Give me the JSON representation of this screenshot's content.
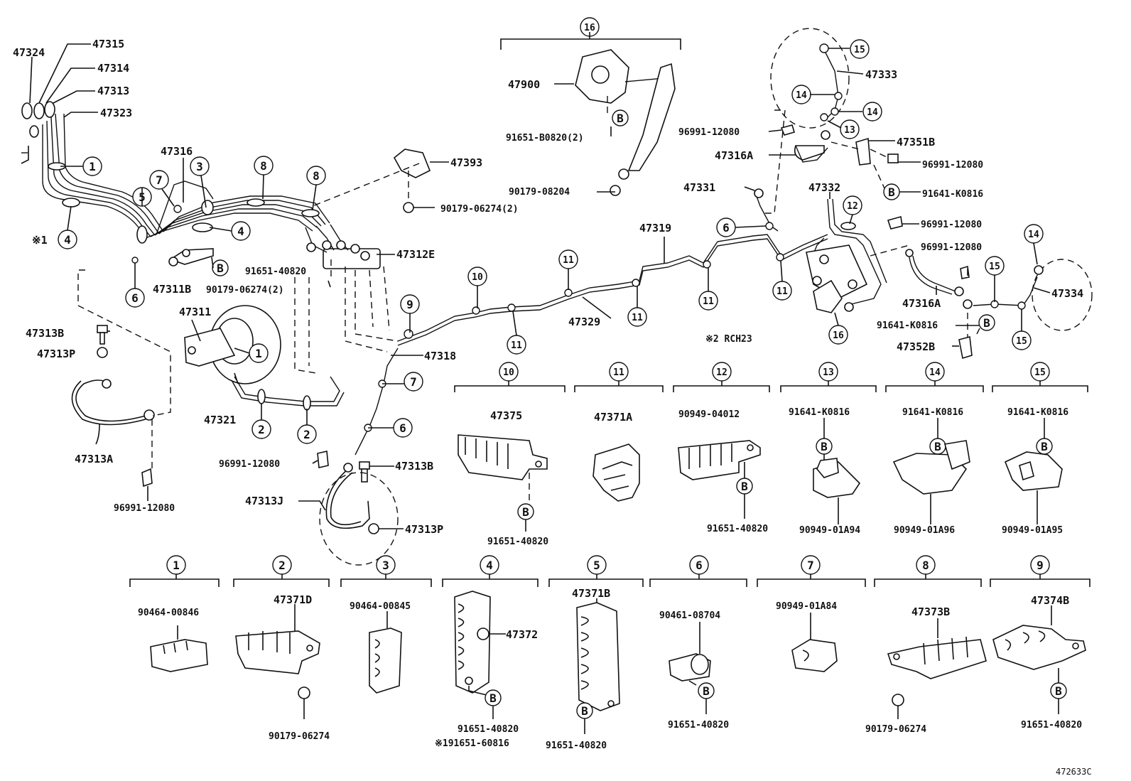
{
  "labels": {
    "l47324": "47324",
    "l47315": "47315",
    "l47314": "47314",
    "l47313": "47313",
    "l47323": "47323",
    "l47316": "47316",
    "l47393": "47393",
    "l90179_06274_2a": "90179-06274(2)",
    "l47312E": "47312E",
    "l91651_40820a": "91651-40820",
    "l90179_06274_2b": "90179-06274(2)",
    "l47311B": "47311B",
    "l47311": "47311",
    "l47313B_a": "47313B",
    "l47313P_a": "47313P",
    "l47313A": "47313A",
    "l96991_12080a": "96991-12080",
    "l47321": "47321",
    "l47318": "47318",
    "l96991_12080b": "96991-12080",
    "l47313B_b": "47313B",
    "l47313J": "47313J",
    "l47313P_b": "47313P",
    "l47900": "47900",
    "l91651_B0820": "91651-B0820(2)",
    "l90179_08204": "90179-08204",
    "l47319": "47319",
    "l47329": "47329",
    "l47333": "47333",
    "l96991_12080c": "96991-12080",
    "l47316A_a": "47316A",
    "l47351B": "47351B",
    "l96991_12080d": "96991-12080",
    "l91641_K0816a": "91641-K0816",
    "l47331": "47331",
    "l47332": "47332",
    "l96991_12080e": "96991-12080",
    "l96991_12080f": "96991-12080",
    "l47316A_b": "47316A",
    "l91641_K0816b": "91641-K0816",
    "l47352B": "47352B",
    "l47334": "47334",
    "note_x1": "※1",
    "note_x2": "※2 RCH23",
    "c10_part": "47375",
    "c10_bolt": "91651-40820",
    "c11_part": "47371A",
    "c12_part": "90949-04012",
    "c12_bolt": "91651-40820",
    "c13_top": "91641-K0816",
    "c13_bot": "90949-01A94",
    "c14_top": "91641-K0816",
    "c14_bot": "90949-01A96",
    "c15_top": "91641-K0816",
    "c15_bot": "90949-01A95",
    "c1_part": "90464-00846",
    "c2_part": "47371D",
    "c2_bolt": "90179-06274",
    "c3_part": "90464-00845",
    "c4_part": "47372",
    "c4_bolt": "91651-40820",
    "c4_bolt2": "※191651-60816",
    "c5_part": "47371B",
    "c5_bolt": "91651-40820",
    "c6_part": "90461-08704",
    "c6_bolt": "91651-40820",
    "c7_part": "90949-01A84",
    "c8_part": "47373B",
    "c8_bolt": "90179-06274",
    "c9_part": "47374B",
    "c9_bolt": "91651-40820",
    "figure_code": "472633C",
    "callout_b": "B"
  },
  "callouts": [
    "1",
    "2",
    "3",
    "4",
    "5",
    "6",
    "7",
    "8",
    "9",
    "10",
    "11",
    "12",
    "13",
    "14",
    "15",
    "16"
  ]
}
